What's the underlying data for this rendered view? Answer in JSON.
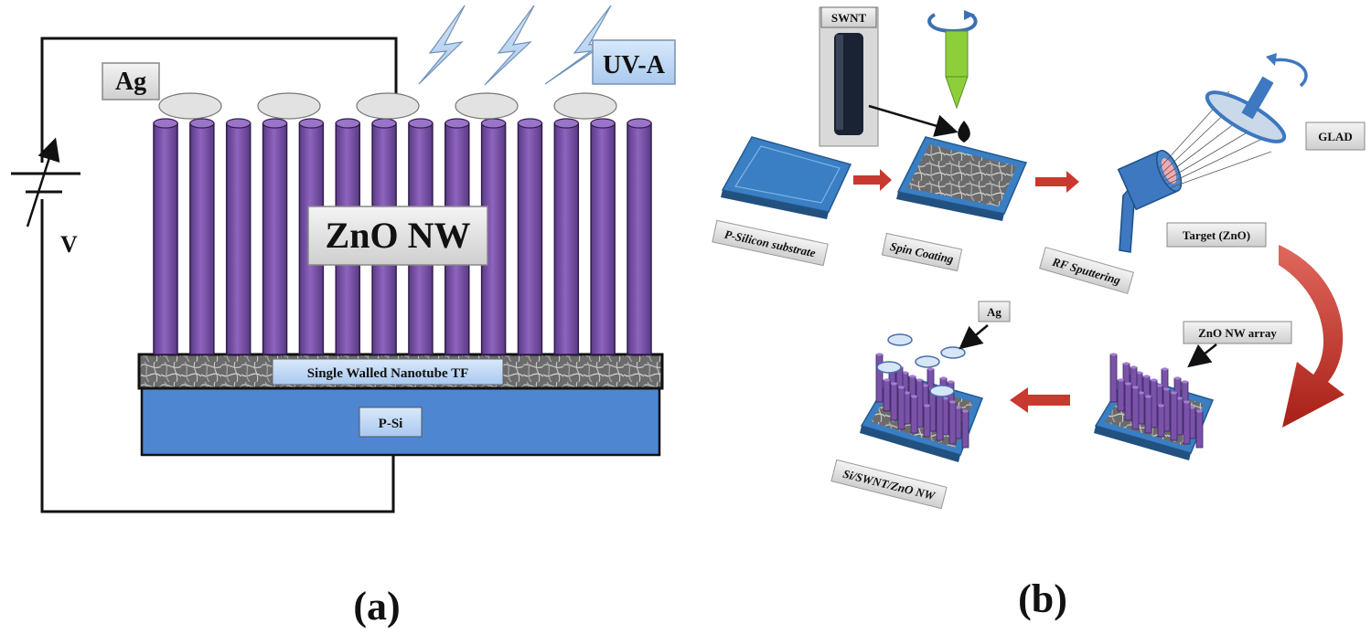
{
  "panel_a": {
    "panel_label": "(a)",
    "electrode_label": "Ag",
    "light_label": "UV-A",
    "voltage_label": "V",
    "nanowire_label": "ZnO NW",
    "film_label": "Single Walled  Nanotube TF",
    "substrate_label": "P-Si",
    "nanowire_count": 14,
    "electrode_count": 5,
    "colors": {
      "nanowire": "#7a52a8",
      "substrate": "#4f86d1",
      "electrode": "#e2e2e2",
      "lightning": "#b9d5f2"
    }
  },
  "panel_b": {
    "panel_label": "(b)",
    "swnt_label": "SWNT",
    "glad_label": "GLAD",
    "target_label": "Target (ZnO)",
    "step1_label": "P-Silicon substrate",
    "step2_label": "Spin Coating",
    "step3_label": "RF Sputtering",
    "array_label": "ZnO NW array",
    "final_label": "Si/SWNT/ZnO NW",
    "ag_label": "Ag",
    "colors": {
      "arrow": "#c8392f",
      "substrate": "#3a7fc4",
      "gun": "#3d78c0",
      "pipette": "#8ccf3a"
    }
  }
}
